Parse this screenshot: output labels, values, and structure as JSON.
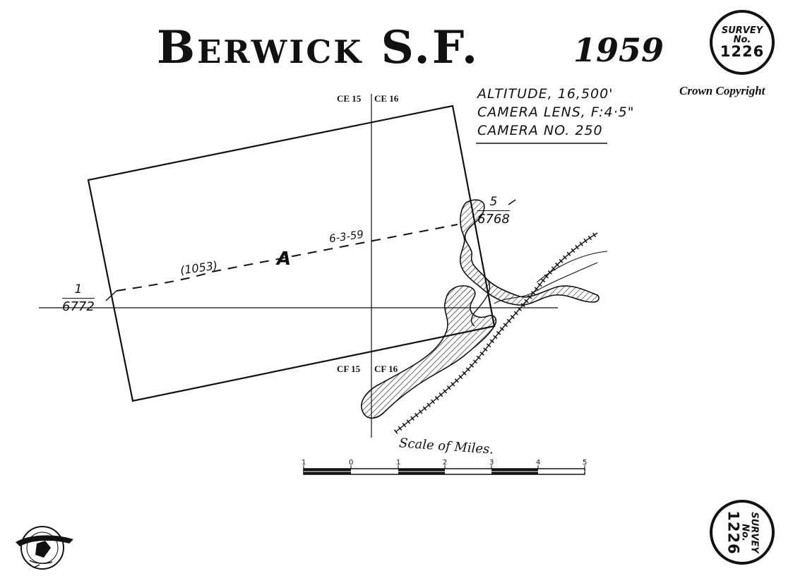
{
  "header": {
    "title": "Berwick S.F.",
    "year": "1959"
  },
  "flight_info": {
    "altitude": "ALTITUDE, 16,500'",
    "camera_lens": "CAMERA LENS, F:4·5\"",
    "camera_no": "CAMERA NO. 250"
  },
  "copyright": "Crown Copyright",
  "survey_badge": {
    "word": "SURVEY",
    "abbr": "No.",
    "number": "1226"
  },
  "sheet_labels": {
    "top_left": "CE 15",
    "top_right": "CE 16",
    "bottom_left": "CF 15",
    "bottom_right": "CF 16"
  },
  "flight_run": {
    "letter": "A",
    "reference": "(1053)",
    "date": "6-3-59",
    "start": {
      "number": "1",
      "code": "6772"
    },
    "end": {
      "number": "5",
      "code": "6768"
    }
  },
  "scale": {
    "title": "Scale of Miles.",
    "ticks": [
      "1",
      "0",
      "1",
      "2",
      "3",
      "4",
      "5"
    ]
  },
  "colors": {
    "ink": "#111111",
    "paper": "#ffffff"
  },
  "logo_icon": "nz-aerial-mapping-logo"
}
